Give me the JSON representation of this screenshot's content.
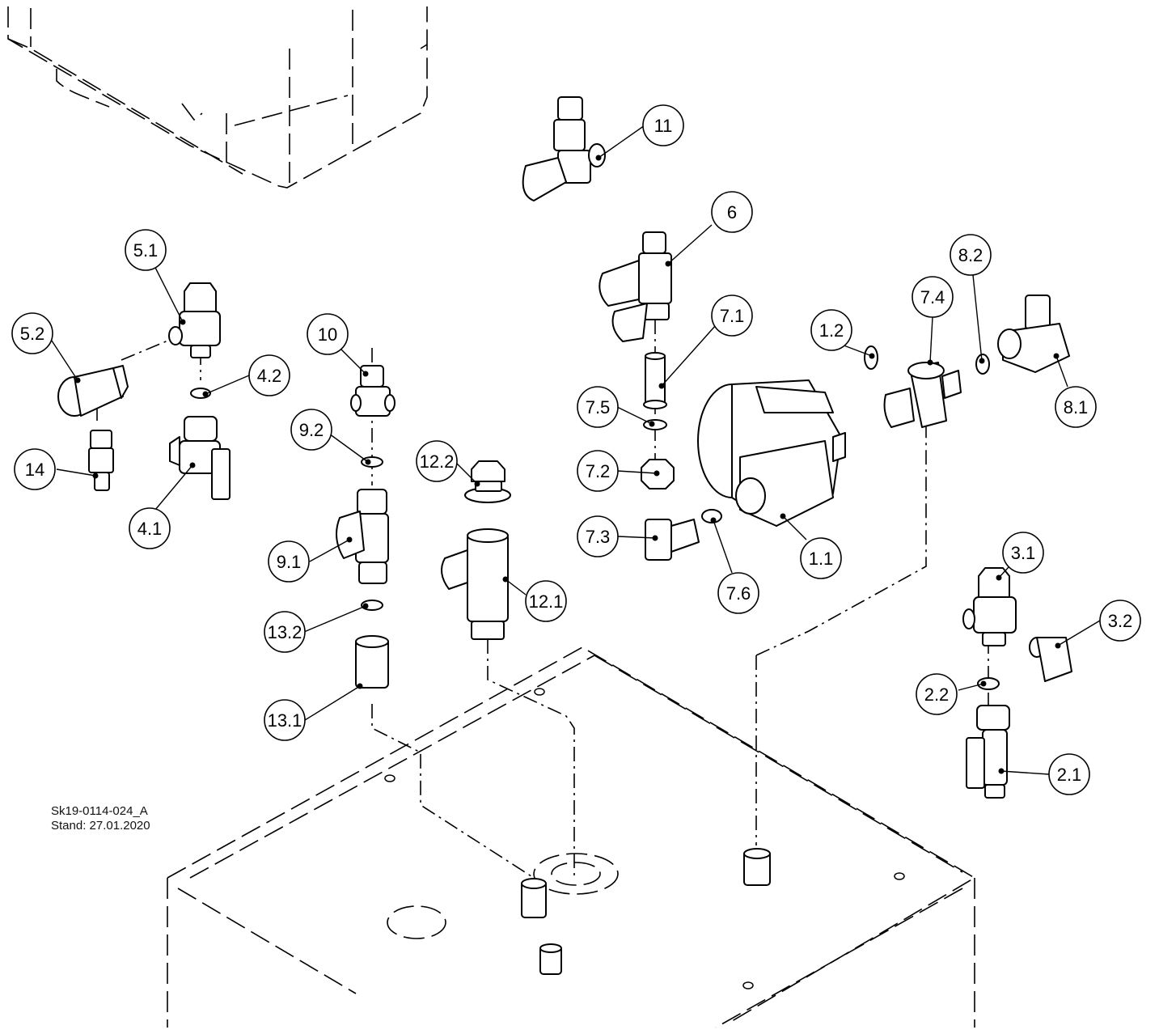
{
  "drawing": {
    "number": "Sk19-0114-024_A",
    "stand": "Stand: 27.01.2020"
  },
  "callouts": [
    {
      "id": "1.1"
    },
    {
      "id": "1.2"
    },
    {
      "id": "2.1"
    },
    {
      "id": "2.2"
    },
    {
      "id": "3.1"
    },
    {
      "id": "3.2"
    },
    {
      "id": "4.1"
    },
    {
      "id": "4.2"
    },
    {
      "id": "5.1"
    },
    {
      "id": "5.2"
    },
    {
      "id": "6"
    },
    {
      "id": "7.1"
    },
    {
      "id": "7.2"
    },
    {
      "id": "7.3"
    },
    {
      "id": "7.4"
    },
    {
      "id": "7.5"
    },
    {
      "id": "7.6"
    },
    {
      "id": "8.1"
    },
    {
      "id": "8.2"
    },
    {
      "id": "9.1"
    },
    {
      "id": "9.2"
    },
    {
      "id": "10"
    },
    {
      "id": "11"
    },
    {
      "id": "12.1"
    },
    {
      "id": "12.2"
    },
    {
      "id": "13.1"
    },
    {
      "id": "13.2"
    },
    {
      "id": "14"
    }
  ]
}
